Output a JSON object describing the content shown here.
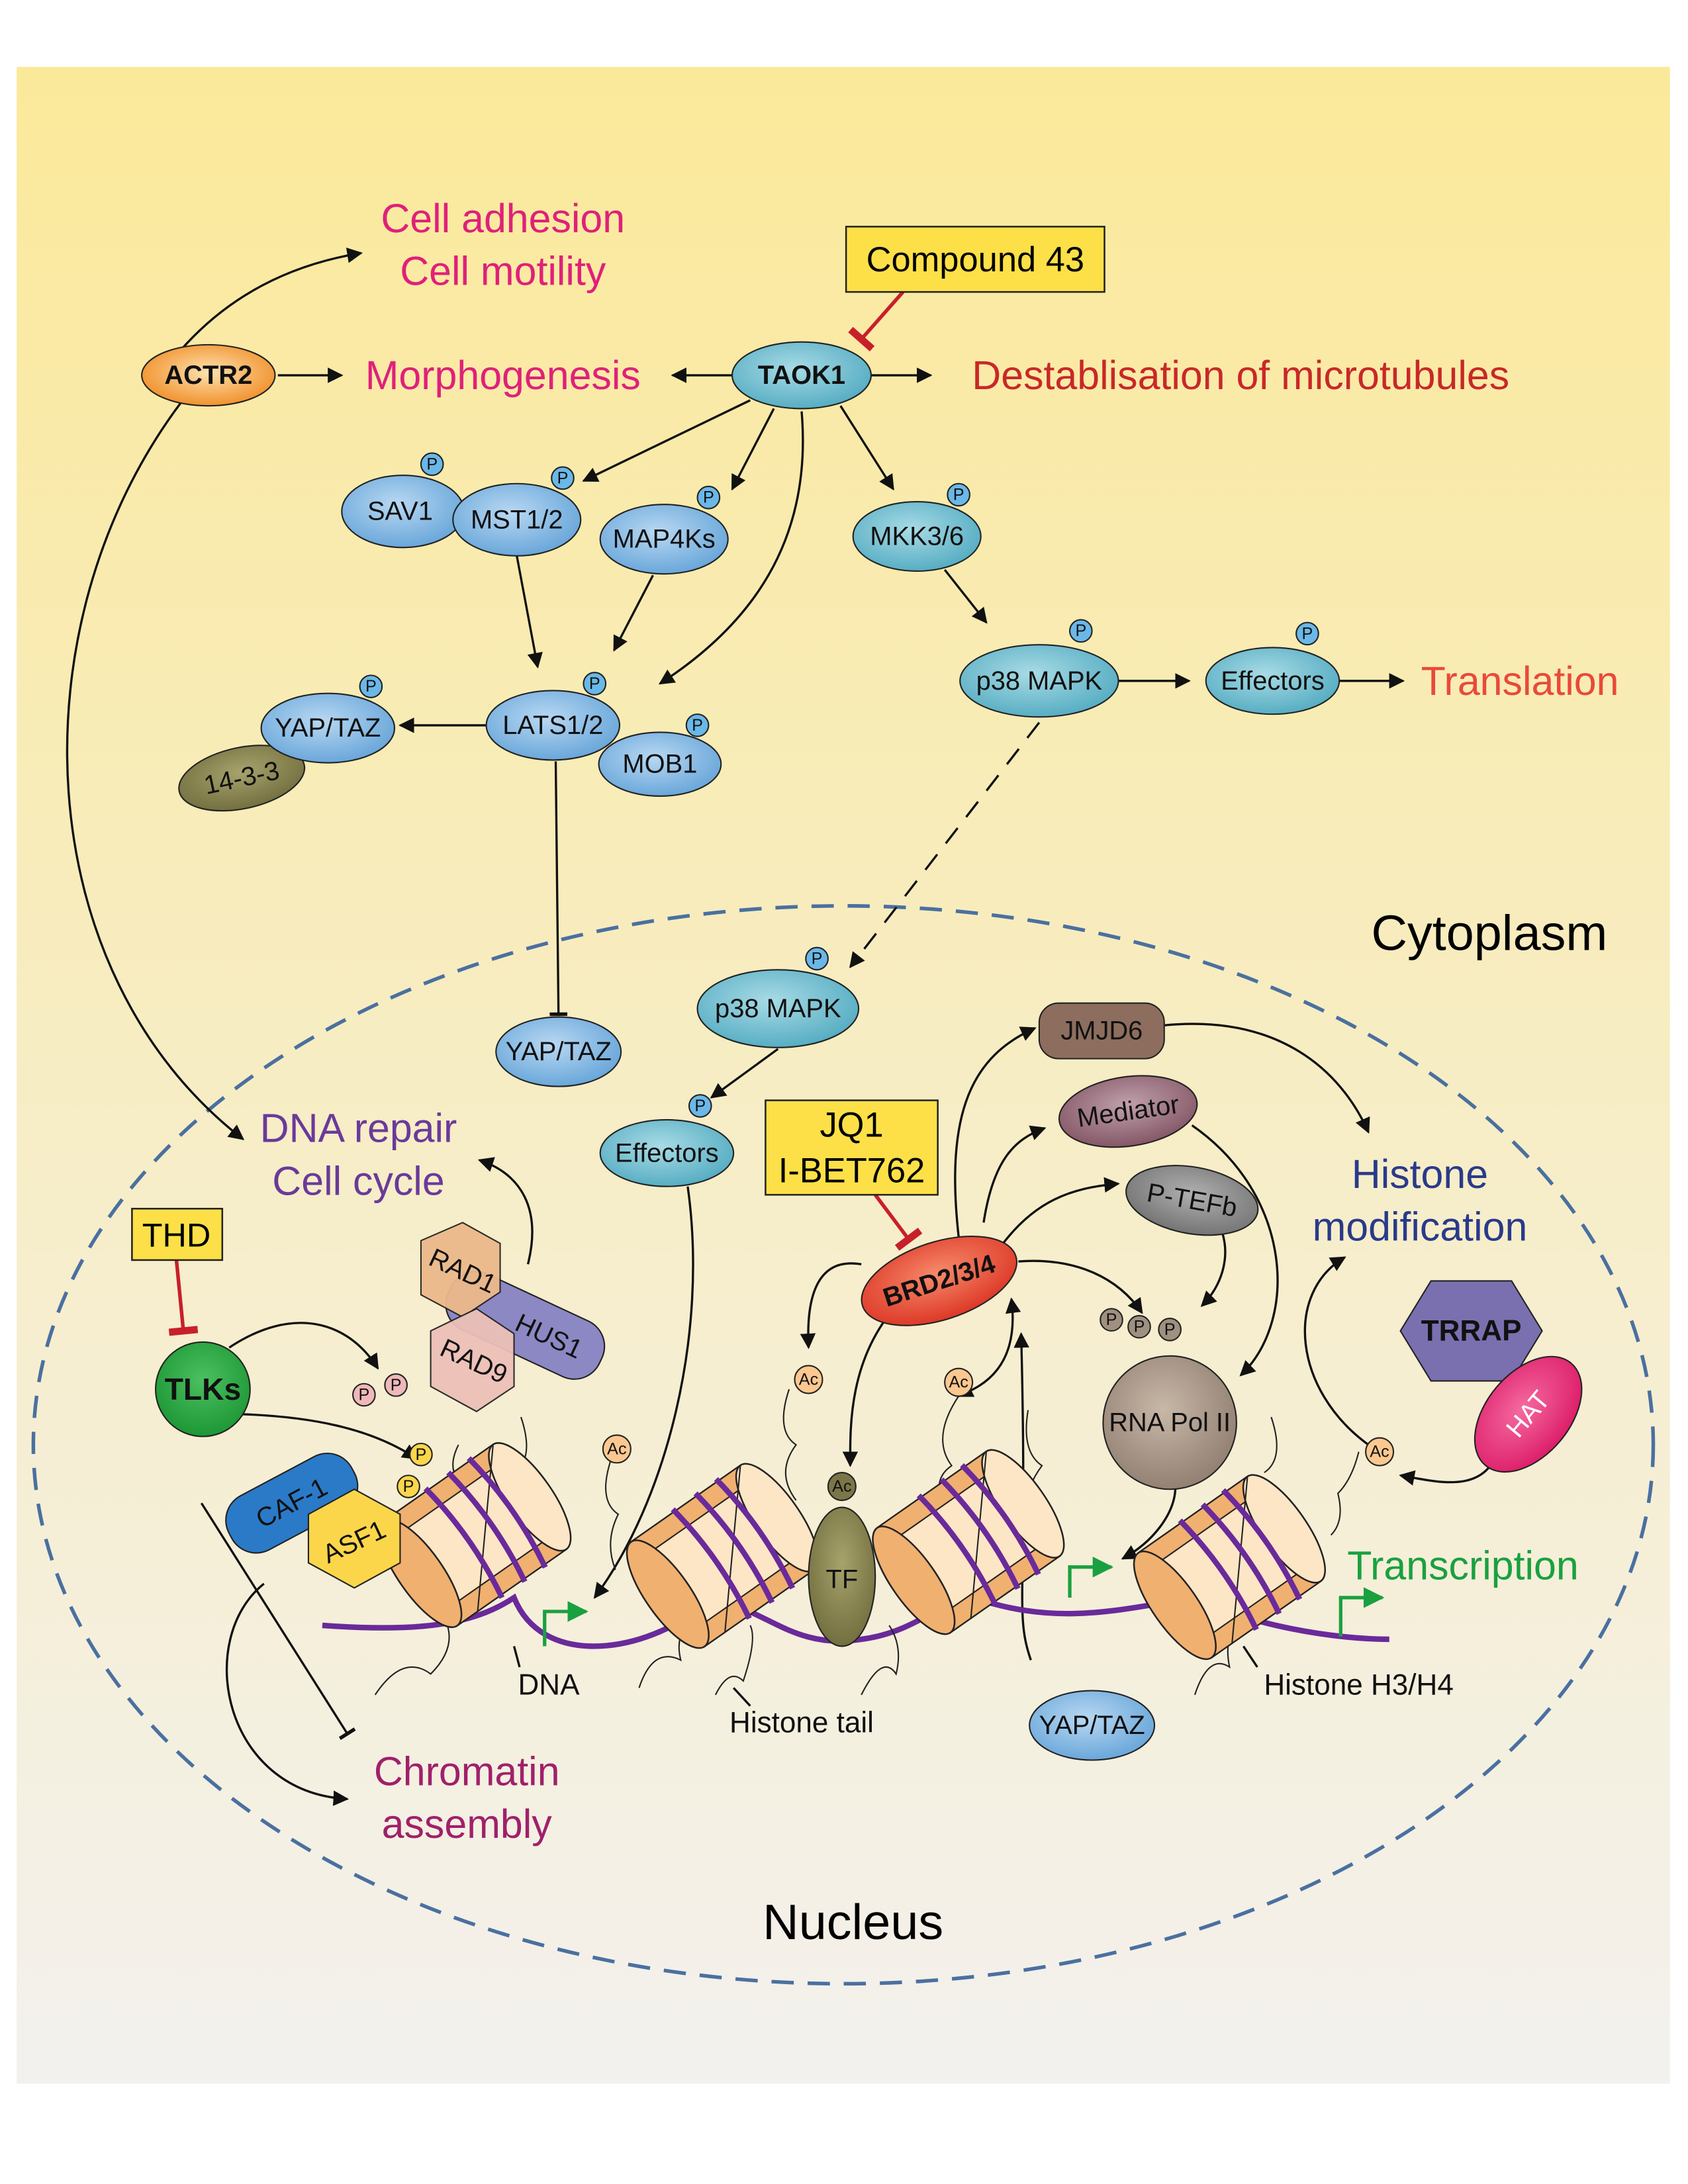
{
  "colors": {
    "background_top": "#fbe99a",
    "background_bottom": "#f3f1ee",
    "nucleus_border": "#4a70a0",
    "inhibition": "#c8202a",
    "dna": "#6a2a9a",
    "drug_box": "#fde047"
  },
  "compartments": {
    "cytoplasm": "Cytoplasm",
    "nucleus": "Nucleus"
  },
  "drugs": {
    "compound43": "Compound 43",
    "jq1": "JQ1",
    "ibet": "I-BET762",
    "thd": "THD"
  },
  "proteins": {
    "actr2": "ACTR2",
    "taok1": "TAOK1",
    "sav1": "SAV1",
    "mst12": "MST1/2",
    "map4ks": "MAP4Ks",
    "mkk36": "MKK3/6",
    "p38": "p38 MAPK",
    "effectors": "Effectors",
    "lats12": "LATS1/2",
    "mob1": "MOB1",
    "yaptaz": "YAP/TAZ",
    "p1433": "14-3-3",
    "p38_nuc": "p38 MAPK",
    "effectors_nuc": "Effectors",
    "yaptaz_nuc": "YAP/TAZ",
    "yaptaz_dna": "YAP/TAZ",
    "jmjd6": "JMJD6",
    "mediator": "Mediator",
    "ptefb": "P-TEFb",
    "brd": "BRD2/3/4",
    "rnapol": "RNA Pol II",
    "trrap": "TRRAP",
    "hat": "HAT",
    "tlks": "TLKs",
    "rad1": "RAD1",
    "hus1": "HUS1",
    "rad9": "RAD9",
    "caf1": "CAF-1",
    "asf1": "ASF1",
    "tf": "TF"
  },
  "outcomes": {
    "adhesion": "Cell adhesion",
    "motility": "Cell motility",
    "morphogenesis": "Morphogenesis",
    "microtubules": "Destablisation of microtubules",
    "translation": "Translation",
    "dna_repair": "DNA repair",
    "cell_cycle": "Cell cycle",
    "histone": "Histone",
    "modification": "modification",
    "transcription": "Transcription",
    "chromatin": "Chromatin",
    "assembly": "assembly"
  },
  "annotations": {
    "dna": "DNA",
    "histone_tail": "Histone tail",
    "histone_h3h4": "Histone H3/H4"
  },
  "badges": {
    "p": "P",
    "ac": "Ac"
  }
}
